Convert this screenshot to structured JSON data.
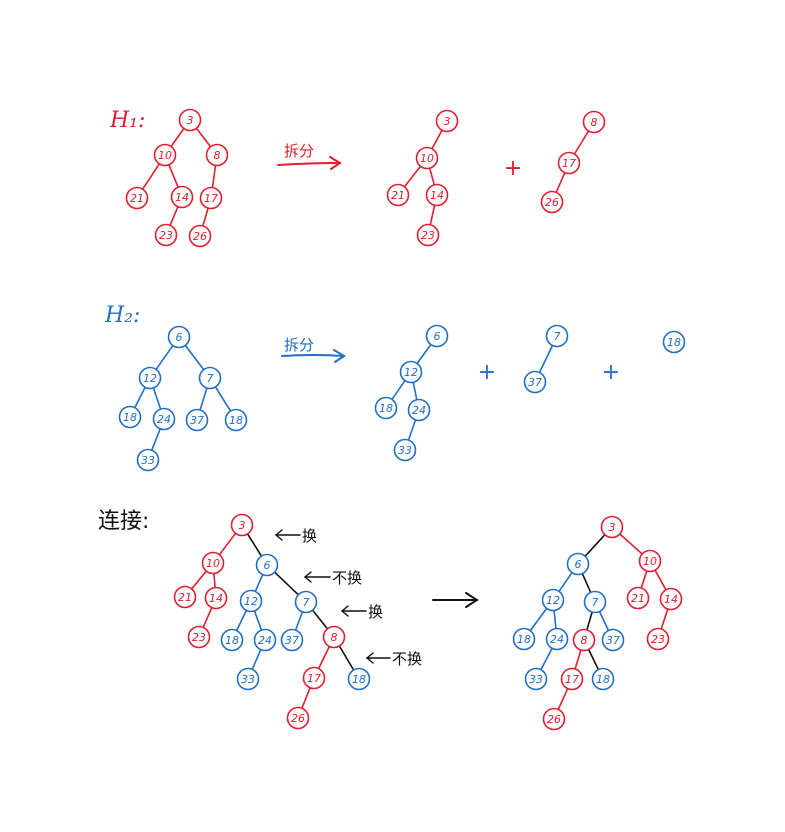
{
  "colors": {
    "red": "#e11d2e",
    "blue": "#1f6fc8",
    "black": "#111111"
  },
  "labels": {
    "h1": "H₁:",
    "h2": "H₂:",
    "connect": "连接:",
    "split1": "拆分",
    "split2": "拆分",
    "plus": "+",
    "swap": "换",
    "noswap": "不换"
  },
  "trees": {
    "h1": [
      {
        "id": "a3",
        "v": "3",
        "c": "red",
        "p": null
      },
      {
        "id": "a10",
        "v": "10",
        "c": "red",
        "p": "a3"
      },
      {
        "id": "a8",
        "v": "8",
        "c": "red",
        "p": "a3"
      },
      {
        "id": "a21",
        "v": "21",
        "c": "red",
        "p": "a10"
      },
      {
        "id": "a14",
        "v": "14",
        "c": "red",
        "p": "a10"
      },
      {
        "id": "a17",
        "v": "17",
        "c": "red",
        "p": "a8"
      },
      {
        "id": "a23",
        "v": "23",
        "c": "red",
        "p": "a14"
      },
      {
        "id": "a26",
        "v": "26",
        "c": "red",
        "p": "a17"
      }
    ],
    "h1_split_a": [
      {
        "id": "b3",
        "v": "3",
        "c": "red",
        "p": null
      },
      {
        "id": "b10",
        "v": "10",
        "c": "red",
        "p": "b3"
      },
      {
        "id": "b21",
        "v": "21",
        "c": "red",
        "p": "b10"
      },
      {
        "id": "b14",
        "v": "14",
        "c": "red",
        "p": "b10"
      },
      {
        "id": "b23",
        "v": "23",
        "c": "red",
        "p": "b14"
      }
    ],
    "h1_split_b": [
      {
        "id": "c8",
        "v": "8",
        "c": "red",
        "p": null
      },
      {
        "id": "c17",
        "v": "17",
        "c": "red",
        "p": "c8"
      },
      {
        "id": "c26",
        "v": "26",
        "c": "red",
        "p": "c17"
      }
    ],
    "h2": [
      {
        "id": "d6",
        "v": "6",
        "c": "blue",
        "p": null
      },
      {
        "id": "d12",
        "v": "12",
        "c": "blue",
        "p": "d6"
      },
      {
        "id": "d7",
        "v": "7",
        "c": "blue",
        "p": "d6"
      },
      {
        "id": "d18",
        "v": "18",
        "c": "blue",
        "p": "d12"
      },
      {
        "id": "d24",
        "v": "24",
        "c": "blue",
        "p": "d12"
      },
      {
        "id": "d37",
        "v": "37",
        "c": "blue",
        "p": "d7"
      },
      {
        "id": "d18b",
        "v": "18",
        "c": "blue",
        "p": "d7"
      },
      {
        "id": "d33",
        "v": "33",
        "c": "blue",
        "p": "d24"
      }
    ],
    "h2_split_a": [
      {
        "id": "e6",
        "v": "6",
        "c": "blue",
        "p": null
      },
      {
        "id": "e12",
        "v": "12",
        "c": "blue",
        "p": "e6"
      },
      {
        "id": "e18",
        "v": "18",
        "c": "blue",
        "p": "e12"
      },
      {
        "id": "e24",
        "v": "24",
        "c": "blue",
        "p": "e12"
      },
      {
        "id": "e33",
        "v": "33",
        "c": "blue",
        "p": "e24"
      }
    ],
    "h2_split_b": [
      {
        "id": "f7",
        "v": "7",
        "c": "blue",
        "p": null
      },
      {
        "id": "f37",
        "v": "37",
        "c": "blue",
        "p": "f7"
      }
    ],
    "h2_split_c": [
      {
        "id": "g18",
        "v": "18",
        "c": "blue",
        "p": null
      }
    ],
    "merged": [
      {
        "id": "m3",
        "v": "3",
        "c": "red",
        "p": null
      },
      {
        "id": "m10",
        "v": "10",
        "c": "red",
        "p": "m3"
      },
      {
        "id": "m6",
        "v": "6",
        "c": "blue",
        "p": "m3",
        "link": "black"
      },
      {
        "id": "m21",
        "v": "21",
        "c": "red",
        "p": "m10"
      },
      {
        "id": "m14",
        "v": "14",
        "c": "red",
        "p": "m10"
      },
      {
        "id": "m23",
        "v": "23",
        "c": "red",
        "p": "m14"
      },
      {
        "id": "m12",
        "v": "12",
        "c": "blue",
        "p": "m6"
      },
      {
        "id": "m7",
        "v": "7",
        "c": "blue",
        "p": "m6",
        "link": "black"
      },
      {
        "id": "m18",
        "v": "18",
        "c": "blue",
        "p": "m12"
      },
      {
        "id": "m24",
        "v": "24",
        "c": "blue",
        "p": "m12"
      },
      {
        "id": "m33",
        "v": "33",
        "c": "blue",
        "p": "m24"
      },
      {
        "id": "m37",
        "v": "37",
        "c": "blue",
        "p": "m7"
      },
      {
        "id": "m8",
        "v": "8",
        "c": "red",
        "p": "m7",
        "link": "black"
      },
      {
        "id": "m17",
        "v": "17",
        "c": "red",
        "p": "m8"
      },
      {
        "id": "m26",
        "v": "26",
        "c": "red",
        "p": "m17"
      },
      {
        "id": "m18b",
        "v": "18",
        "c": "blue",
        "p": "m8",
        "link": "black"
      }
    ],
    "result": [
      {
        "id": "r3",
        "v": "3",
        "c": "red",
        "p": null
      },
      {
        "id": "r6",
        "v": "6",
        "c": "blue",
        "p": "r3",
        "link": "black"
      },
      {
        "id": "r10",
        "v": "10",
        "c": "red",
        "p": "r3"
      },
      {
        "id": "r21",
        "v": "21",
        "c": "red",
        "p": "r10"
      },
      {
        "id": "r14",
        "v": "14",
        "c": "red",
        "p": "r10"
      },
      {
        "id": "r23",
        "v": "23",
        "c": "red",
        "p": "r14"
      },
      {
        "id": "r12",
        "v": "12",
        "c": "blue",
        "p": "r6"
      },
      {
        "id": "r7",
        "v": "7",
        "c": "blue",
        "p": "r6",
        "link": "black"
      },
      {
        "id": "r18",
        "v": "18",
        "c": "blue",
        "p": "r12"
      },
      {
        "id": "r24",
        "v": "24",
        "c": "blue",
        "p": "r12"
      },
      {
        "id": "r33",
        "v": "33",
        "c": "blue",
        "p": "r24"
      },
      {
        "id": "r8",
        "v": "8",
        "c": "red",
        "p": "r7",
        "link": "black"
      },
      {
        "id": "r37",
        "v": "37",
        "c": "blue",
        "p": "r7"
      },
      {
        "id": "r17",
        "v": "17",
        "c": "red",
        "p": "r8"
      },
      {
        "id": "r26",
        "v": "26",
        "c": "red",
        "p": "r17"
      },
      {
        "id": "r18b",
        "v": "18",
        "c": "blue",
        "p": "r8",
        "link": "black"
      }
    ]
  }
}
